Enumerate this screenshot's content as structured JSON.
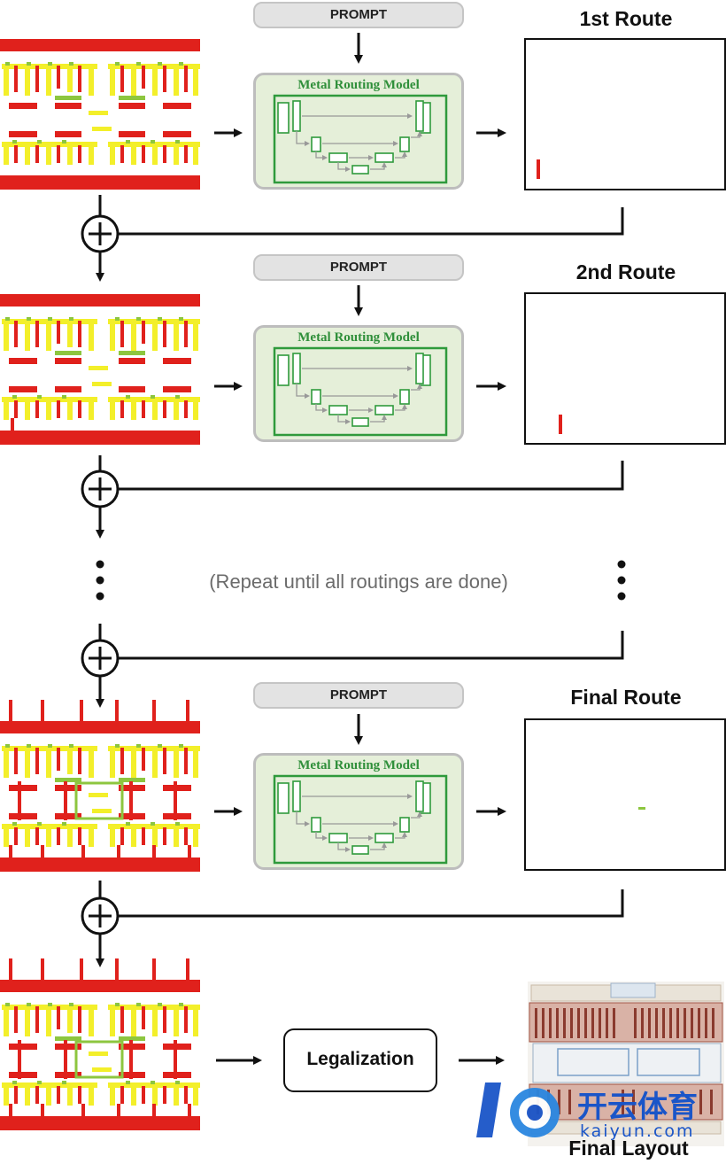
{
  "prompt_label": "PROMPT",
  "model_label": "Metal Routing Model",
  "routes": [
    {
      "title": "1st Route"
    },
    {
      "title": "2nd Route"
    },
    {
      "title": "Final Route"
    }
  ],
  "repeat_text": "(Repeat until all routings are done)",
  "legalization_label": "Legalization",
  "final_layout_label": "Final Layout",
  "watermark": {
    "cn": "开云体育",
    "en": "kaiyun.com"
  },
  "colors": {
    "metal_red": "#e0211c",
    "poly_yellow": "#f3ef2a",
    "via_green": "#8dc63f",
    "model_green": "#2f8f3a",
    "model_bg": "#e5efd9"
  }
}
